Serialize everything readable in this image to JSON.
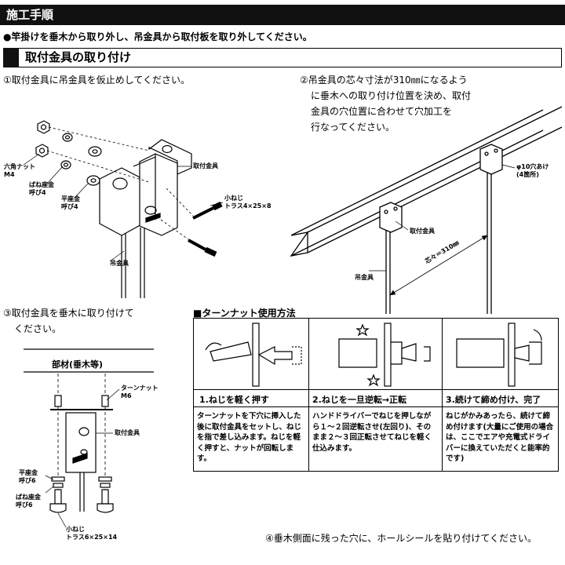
{
  "header": {
    "title": "施工手順"
  },
  "intro": "●竿掛けを垂木から取り外し、吊金具から取付板を取り外してください。",
  "section": {
    "title": "取付金具の取り付け"
  },
  "steps": {
    "s1": "①取付金具に吊金具を仮止めしてください。",
    "s2_l1": "②吊金具の芯々寸法が310㎜になるよう",
    "s2_l2": "に垂木への取り付け位置を決め、取付",
    "s2_l3": "金具の穴位置に合わせて穴加工を",
    "s2_l4": "行なってください。",
    "s3_l1": "③取付金具を垂木に取り付けて",
    "s3_l2": "ください。",
    "s4": "④垂木側面に残った穴に、ホールシールを貼り付けてください。"
  },
  "fig1": {
    "hex_nut": "六角ナット",
    "hex_nut_size": "M4",
    "spring_washer": "ばね座金",
    "spring_washer_size": "呼び4",
    "flat_washer": "平座金",
    "flat_washer_size": "呼び4",
    "bracket": "取付金具",
    "screw": "小ねじ",
    "screw_size": "トラス4×25×8",
    "hanger": "吊金具"
  },
  "fig2": {
    "hole": "φ10穴あけ",
    "hole_count": "(4箇所)",
    "bracket": "取付金具",
    "pitch": "芯々＝310㎜",
    "hanger": "吊金具"
  },
  "fig3": {
    "member": "部材(垂木等)",
    "turn_nut": "ターンナット",
    "turn_nut_size": "M6",
    "bracket": "取付金具",
    "flat_washer": "平座金",
    "flat_washer_size": "呼び6",
    "spring_washer": "ばね座金",
    "spring_washer_size": "呼び6",
    "screw": "小ねじ",
    "screw_size": "トラス6×25×14"
  },
  "turn_nut": {
    "title": "■ターンナット使用方法",
    "steps": [
      {
        "head": "1.ねじを軽く押す",
        "desc": "ターンナットを下穴に挿入した後に取付金具をセットし、ねじを指で差し込みます。ねじを軽く押すと、ナットが回転します。"
      },
      {
        "head": "2.ねじを一旦逆転→正転",
        "desc": "ハンドドライバーでねじを押しながら１～２回逆転させ(左回り)、そのまま２～３回正転させてねじを軽く仕込みます。"
      },
      {
        "head": "3.続けて締め付け、完了",
        "desc": "ねじがかみあったら、続けて締め付けます(大量にご使用の場合は、ここでエアや充電式ドライバーに換えていただくと能率的です)"
      }
    ]
  }
}
